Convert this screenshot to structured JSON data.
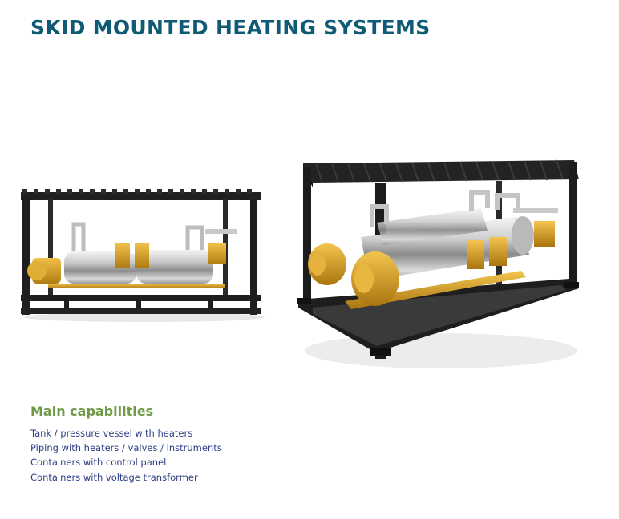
{
  "page": {
    "title": "SKID MOUNTED HEATING SYSTEMS"
  },
  "colors": {
    "title": "#0f5a74",
    "subheading": "#6f9a45",
    "list_text": "#2e3e86",
    "frame": "#1e1e1e",
    "motor": "#d9a32a"
  },
  "images": [
    {
      "name": "skid-heating-system-side-view"
    },
    {
      "name": "skid-heating-system-perspective-view"
    }
  ],
  "capabilities": {
    "heading": "Main capabilities",
    "items": [
      "Tank / pressure vessel with heaters",
      "Piping with heaters / valves / instruments",
      "Containers with control panel",
      "Containers with voltage transformer"
    ]
  }
}
